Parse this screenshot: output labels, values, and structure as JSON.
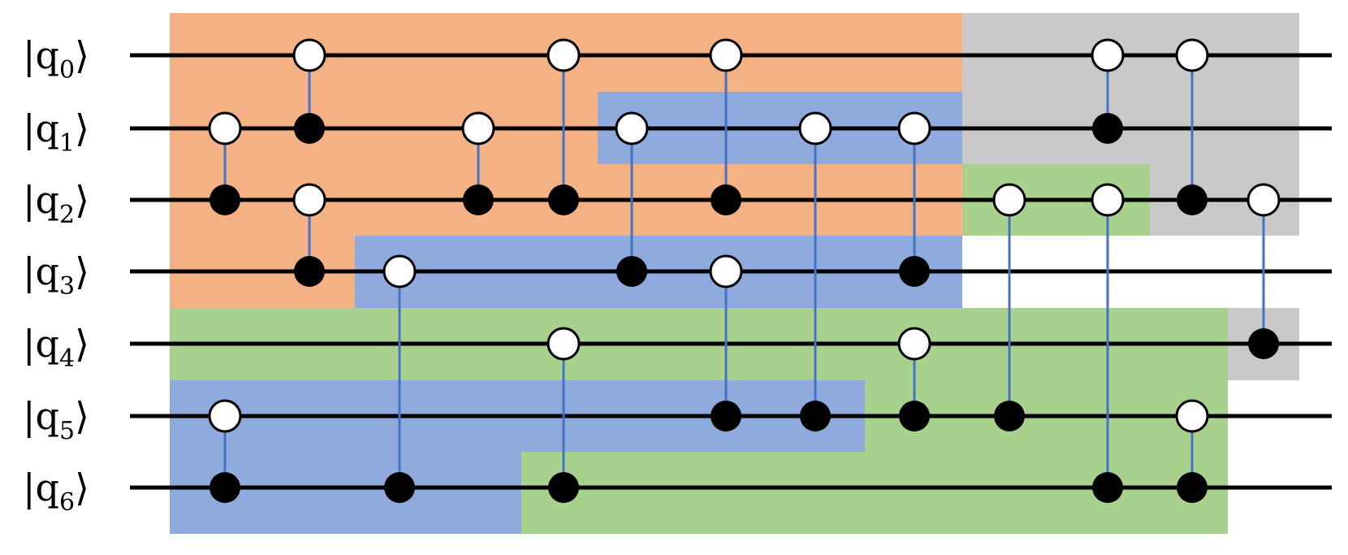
{
  "colors": {
    "orange": "#f4b183",
    "blue": "#8faadc",
    "green": "#a9d18e",
    "gray": "#c9c9c9",
    "wire": "#000000",
    "link": "#4472c4"
  },
  "qubits": [
    {
      "prefix": "|q",
      "sub": "0",
      "suffix": "⟩"
    },
    {
      "prefix": "|q",
      "sub": "1",
      "suffix": "⟩"
    },
    {
      "prefix": "|q",
      "sub": "2",
      "suffix": "⟩"
    },
    {
      "prefix": "|q",
      "sub": "3",
      "suffix": "⟩"
    },
    {
      "prefix": "|q",
      "sub": "4",
      "suffix": "⟩"
    },
    {
      "prefix": "|q",
      "sub": "5",
      "suffix": "⟩"
    },
    {
      "prefix": "|q",
      "sub": "6",
      "suffix": "⟩"
    }
  ],
  "gates": [
    {
      "step": 1,
      "open": 1,
      "filled": 2
    },
    {
      "step": 1,
      "open": 5,
      "filled": 6
    },
    {
      "step": 2,
      "open": 0,
      "filled": 1
    },
    {
      "step": 2,
      "open": 2,
      "filled": 3
    },
    {
      "step": 3,
      "open": 3,
      "filled": 6
    },
    {
      "step": 4,
      "open": 1,
      "filled": 2
    },
    {
      "step": 5,
      "open": 0,
      "filled": 2
    },
    {
      "step": 5,
      "open": 4,
      "filled": 6
    },
    {
      "step": 6,
      "open": 1,
      "filled": 3
    },
    {
      "step": 7,
      "open": 0,
      "filled": 2
    },
    {
      "step": 7,
      "open": 3,
      "filled": 5
    },
    {
      "step": 8,
      "open": 1,
      "filled": 5
    },
    {
      "step": 9,
      "open": 1,
      "filled": 3
    },
    {
      "step": 9,
      "open": 4,
      "filled": 5
    },
    {
      "step": 10,
      "open": 2,
      "filled": 5
    },
    {
      "step": 11,
      "open": 0,
      "filled": 1
    },
    {
      "step": 11,
      "open": 2,
      "filled": 6
    },
    {
      "step": 12,
      "open": 0,
      "filled": 2
    },
    {
      "step": 12,
      "open": 5,
      "filled": 6
    },
    {
      "step": 13,
      "open": 2,
      "filled": 4
    }
  ],
  "regions": [
    {
      "color": "orange",
      "qubits": [
        0,
        1,
        2
      ],
      "from_step": 1,
      "to_step": 9
    },
    {
      "color": "orange",
      "qubits": [
        3
      ],
      "from_step": 1,
      "to_step": 2
    },
    {
      "color": "blue",
      "qubits": [
        1
      ],
      "from_step": 6,
      "to_step": 9
    },
    {
      "color": "blue",
      "qubits": [
        3
      ],
      "from_step": 3,
      "to_step": 9
    },
    {
      "color": "blue",
      "qubits": [
        5
      ],
      "from_step": 1,
      "to_step": 8
    },
    {
      "color": "blue",
      "qubits": [
        6
      ],
      "from_step": 1,
      "to_step": 4
    },
    {
      "color": "green",
      "qubits": [
        2
      ],
      "from_step": 10,
      "to_step": 11
    },
    {
      "color": "green",
      "qubits": [
        4
      ],
      "from_step": 1,
      "to_step": 12
    },
    {
      "color": "green",
      "qubits": [
        5
      ],
      "from_step": 9,
      "to_step": 12
    },
    {
      "color": "green",
      "qubits": [
        6
      ],
      "from_step": 5,
      "to_step": 12
    },
    {
      "color": "gray",
      "qubits": [
        0,
        1
      ],
      "from_step": 10,
      "to_step": 13
    },
    {
      "color": "gray",
      "qubits": [
        2
      ],
      "from_step": 12,
      "to_step": 13
    },
    {
      "color": "gray",
      "qubits": [
        4
      ],
      "from_step": 13,
      "to_step": 13
    }
  ]
}
